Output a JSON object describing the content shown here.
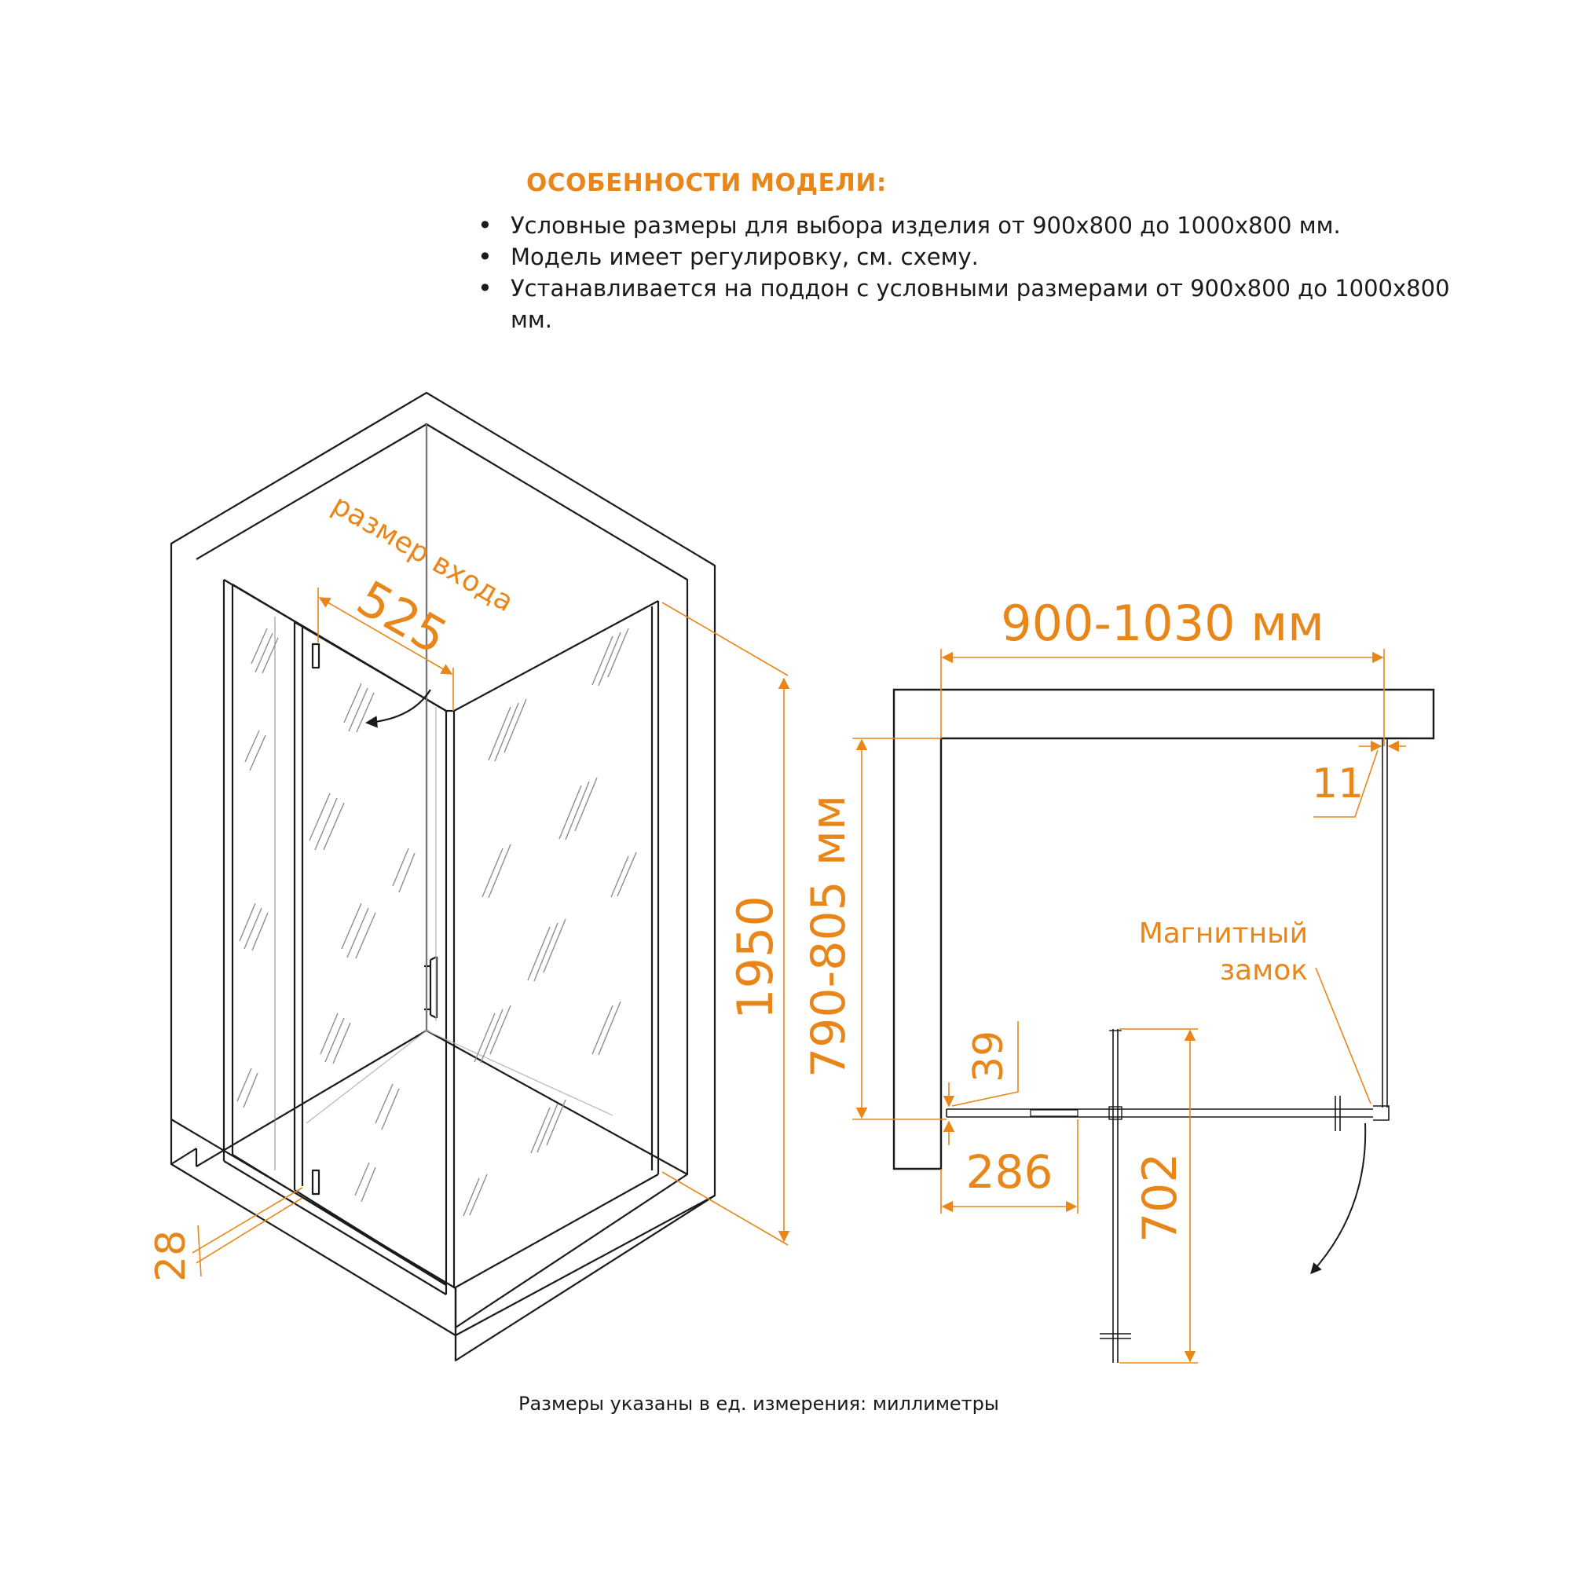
{
  "features": {
    "title": "ОСОБЕННОСТИ МОДЕЛИ:",
    "items": [
      "Условные размеры для выбора изделия от 900х800 до 1000х800 мм.",
      "Модель имеет регулировку,  см.  схему.",
      "Устанавливается на поддон с условными размерами от 900х800 до 1000х800 мм."
    ]
  },
  "iso_view": {
    "entrance_label": "размер входа",
    "entrance_width": "525",
    "height": "1950",
    "profile": "28"
  },
  "plan_view": {
    "width_range": "900-1030 мм",
    "depth_range": "790-805 мм",
    "gap": "11",
    "magnet_label_line1": "Магнитный",
    "magnet_label_line2": "замок",
    "fixed_offset": "39",
    "fixed_panel": "286",
    "door_width": "702"
  },
  "footnote": "Размеры указаны в ед. измерения: миллиметры",
  "colors": {
    "accent": "#e8861a",
    "line": "#1a1a1a"
  }
}
